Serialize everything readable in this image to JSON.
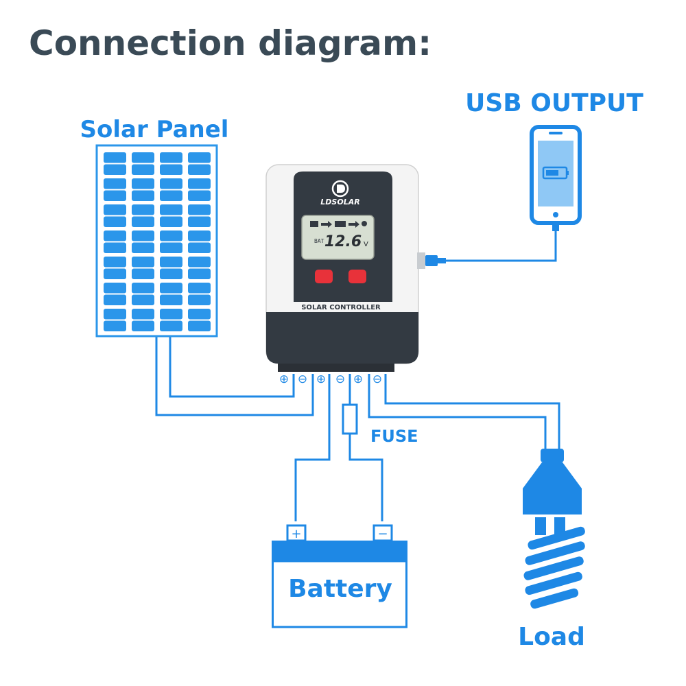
{
  "page_title": "Connection diagram:",
  "labels": {
    "solar_panel": "Solar Panel",
    "usb_output": "USB OUTPUT",
    "fuse": "FUSE",
    "battery": "Battery",
    "load": "Load"
  },
  "controller": {
    "brand": "LDSOLAR",
    "name": "SOLAR CONTROLLER",
    "lcd_reading": "12.6",
    "lcd_unit": "V",
    "lcd_status": "BAT",
    "terminal_symbols": [
      "⊕",
      "⊖",
      "⊕",
      "⊖",
      "⊕",
      "⊖"
    ]
  },
  "battery_terminals": {
    "positive": "+",
    "negative": "−"
  },
  "colors": {
    "title": "#3a4a56",
    "accent_blue": "#1e88e5",
    "panel_cell": "#2b96ea",
    "controller_dark": "#333a42",
    "controller_white": "#f4f4f4",
    "lcd": "#d7dfd2",
    "button_red": "#e8323a"
  },
  "icons": {
    "brand_logo": "ldsolar-logo-icon",
    "phone": "smartphone-icon",
    "bulb": "cfl-bulb-icon",
    "battery_level": "battery-charging-icon"
  }
}
